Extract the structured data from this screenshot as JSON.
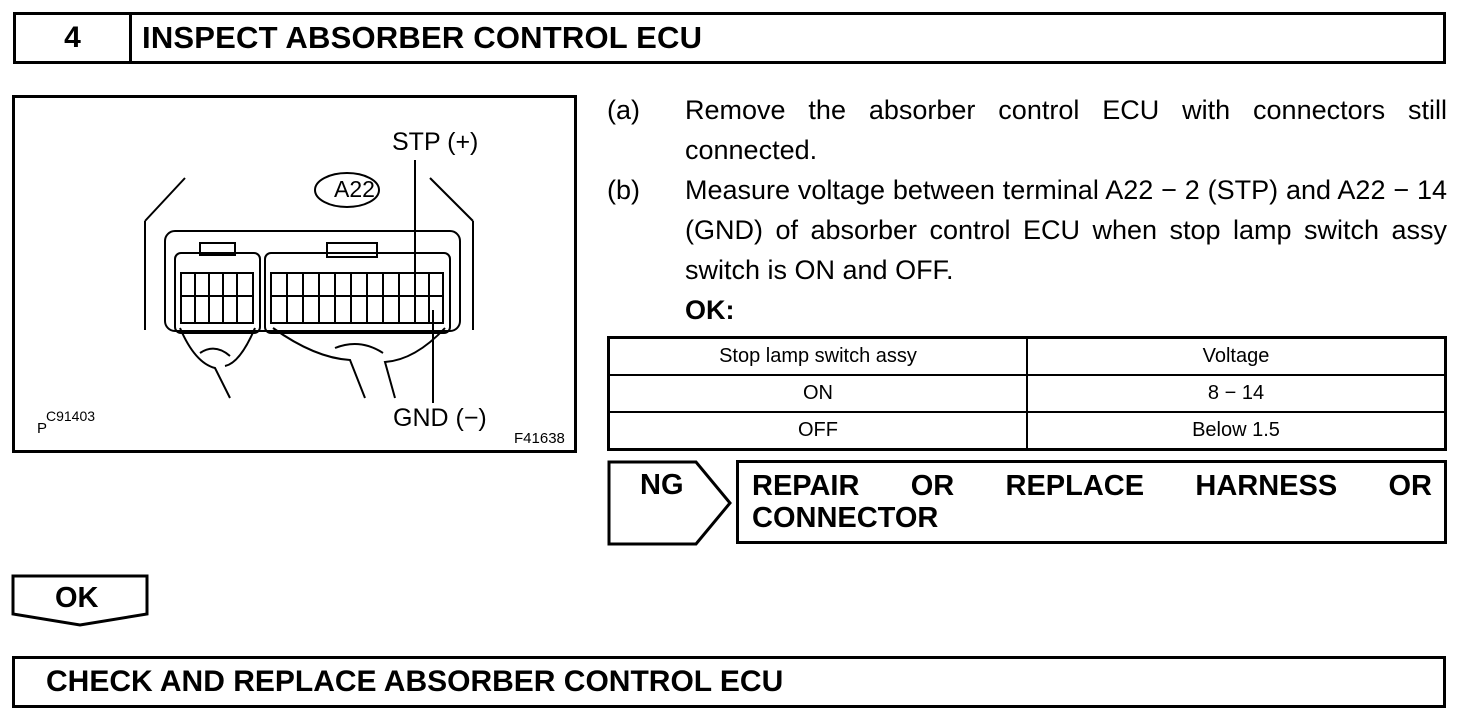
{
  "header": {
    "step_number": "4",
    "title": "INSPECT ABSORBER CONTROL ECU"
  },
  "figure": {
    "connector_id": "A22",
    "terminal_positive": "STP (+)",
    "terminal_negative": "GND (−)",
    "ref_small": "P",
    "ref_super": "C91403",
    "figure_code": "F41638"
  },
  "instructions": [
    {
      "label": "(a)",
      "text": "Remove the absorber control ECU with connectors still connected."
    },
    {
      "label": "(b)",
      "text": "Measure voltage between terminal A22 − 2 (STP) and A22 − 14 (GND) of absorber control ECU when stop lamp switch assy switch is ON and OFF."
    }
  ],
  "ok_label": "OK:",
  "spec_table": {
    "headers": [
      "Stop lamp switch assy",
      "Voltage"
    ],
    "rows": [
      [
        "ON",
        "8 − 14"
      ],
      [
        "OFF",
        "Below 1.5"
      ]
    ]
  },
  "ng": {
    "label": "NG",
    "result_line1": "REPAIR OR REPLACE HARNESS OR",
    "result_line2": "CONNECTOR"
  },
  "ok_flow": {
    "label": "OK",
    "next_step": "CHECK AND REPLACE ABSORBER CONTROL ECU"
  }
}
